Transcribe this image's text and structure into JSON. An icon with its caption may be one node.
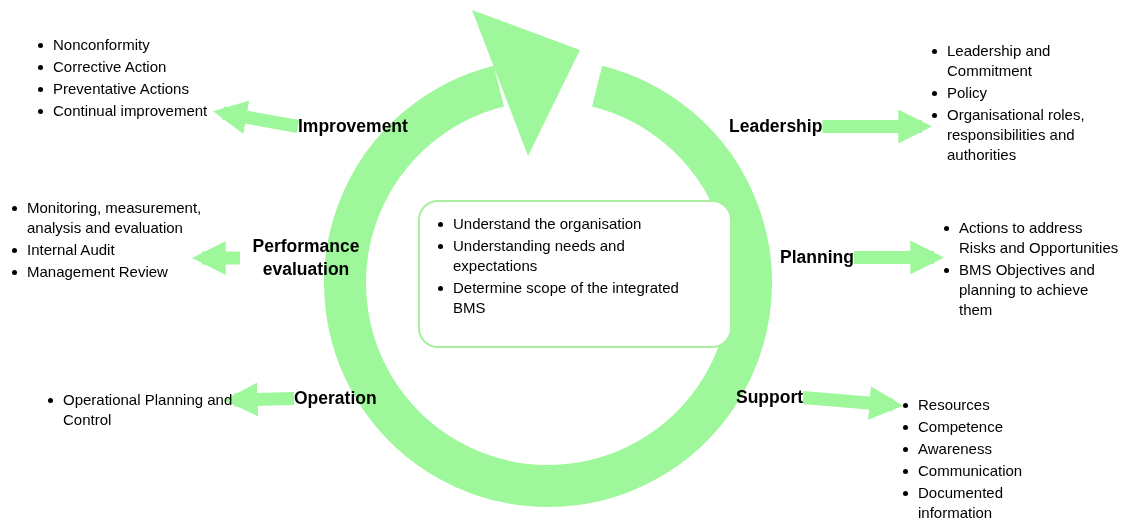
{
  "diagram": {
    "nodes": [
      {
        "text": [
          "Understand the organisation",
          "Understanding needs and expectations",
          "Determine scope of the integrated BMS"
        ]
      },
      {
        "text": [
          "Improvement"
        ]
      },
      {
        "text": [
          "Nonconformity",
          "Corrective Action",
          "Preventative Actions",
          "Continual improvement"
        ]
      },
      {
        "text": [
          "Leadership"
        ]
      },
      {
        "text": [
          "Leadership and Commitment",
          "Policy",
          "Organisational roles, responsibilities and authorities"
        ]
      },
      {
        "text": [
          "Performance evaluation"
        ]
      },
      {
        "text": [
          "Monitoring, measurement, analysis and evaluation",
          "Internal Audit",
          "Management Review"
        ]
      },
      {
        "text": [
          "Planning"
        ]
      },
      {
        "text": [
          "Actions to address Risks and Opportunities",
          "BMS Objectives and planning to achieve them"
        ]
      },
      {
        "text": [
          "Operation"
        ]
      },
      {
        "text": [
          "Operational Planning and Control"
        ]
      },
      {
        "text": [
          "Support"
        ]
      },
      {
        "text": [
          "Resources",
          "Competence",
          "Awareness",
          "Communication",
          "Documented information"
        ]
      }
    ],
    "edges": [
      {
        "from": 1,
        "to": 2,
        "arrow": "to"
      },
      {
        "from": 3,
        "to": 4,
        "arrow": "to"
      },
      {
        "from": 5,
        "to": 6,
        "arrow": "to"
      },
      {
        "from": 7,
        "to": 8,
        "arrow": "to"
      },
      {
        "from": 9,
        "to": 10,
        "arrow": "to"
      },
      {
        "from": 11,
        "to": 12,
        "arrow": "to"
      }
    ]
  }
}
